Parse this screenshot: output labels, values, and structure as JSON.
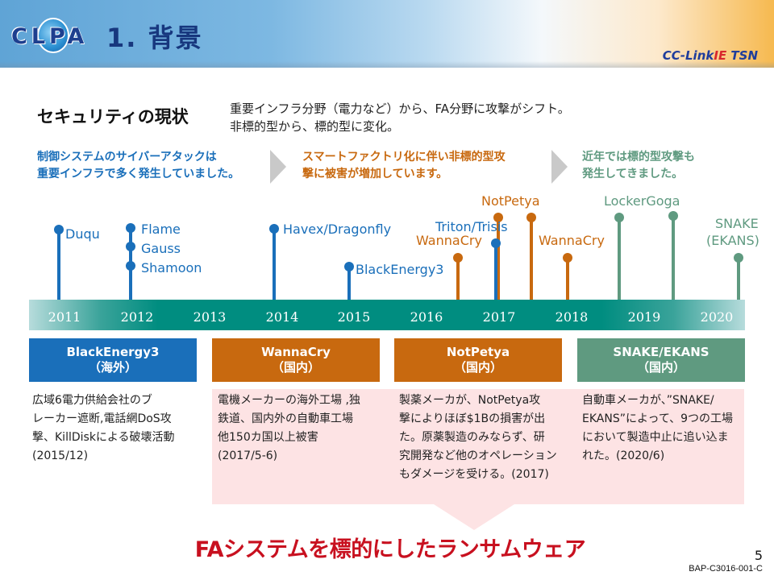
{
  "header": {
    "logo_text": "CLPA",
    "title": "1. 背景",
    "brand": {
      "prefix": "CC-Link",
      "red": "IE",
      "suffix": " TSN"
    }
  },
  "section": {
    "title": "セキュリティの現状",
    "summary": [
      "重要インフラ分野（電力など）から、FA分野に攻撃がシフト。",
      "非標的型から、標的型に変化。"
    ]
  },
  "phases": [
    {
      "lines": [
        "制御システムのサイバーアタックは",
        "重要インフラで多く発生していました。"
      ],
      "color": "#1a6fba"
    },
    {
      "lines": [
        "スマートファクトリ化に伴い非標的型攻",
        "撃に被害が増加しています。"
      ],
      "color": "#c8690f"
    },
    {
      "lines": [
        "近年では標的型攻撃も",
        "発生してきました。"
      ],
      "color": "#5f9a80"
    }
  ],
  "timeline": {
    "years": [
      "2011",
      "2012",
      "2013",
      "2014",
      "2015",
      "2016",
      "2017",
      "2018",
      "2019",
      "2020"
    ]
  },
  "events": [
    {
      "label": "Duqu",
      "color": "blue"
    },
    {
      "label": "Flame",
      "color": "blue"
    },
    {
      "label": "Gauss",
      "color": "blue"
    },
    {
      "label": "Shamoon",
      "color": "blue"
    },
    {
      "label": "Havex/Dragonfly",
      "color": "blue"
    },
    {
      "label": "BlackEnergy3",
      "color": "blue"
    },
    {
      "label": "WannaCry",
      "color": "orange"
    },
    {
      "label": "Triton/Trisis",
      "color": "blue"
    },
    {
      "label": "NotPetya",
      "color": "orange"
    },
    {
      "label": "WannaCry",
      "color": "orange"
    },
    {
      "label": "LockerGoga",
      "color": "green"
    },
    {
      "label": "SNAKE",
      "color": "green"
    },
    {
      "label": "(EKANS)",
      "color": "green"
    }
  ],
  "cards": [
    {
      "title": "BlackEnergy3",
      "subtitle": "（海外）",
      "color": "#1a6fba",
      "lines": [
        "広域6電力供給会社のブ",
        "レーカー遮断,電話網DoS攻",
        "撃、KillDiskによる破壊活動",
        "(2015/12)"
      ]
    },
    {
      "title": "WannaCry",
      "subtitle": "（国内）",
      "color": "#c8690f",
      "lines": [
        "電機メーカーの海外工場 ,独",
        "鉄道、国内外の自動車工場",
        "他150カ国以上被害",
        "(2017/5-6)"
      ]
    },
    {
      "title": "NotPetya",
      "subtitle": "（国内）",
      "color": "#c8690f",
      "lines": [
        "製薬メーカが、NotPetya攻",
        "撃によりほぼ$1Bの損害が出",
        "た。原薬製造のみならず、研",
        "究開発など他のオペレーション",
        "もダメージを受ける。(2017)"
      ]
    },
    {
      "title": "SNAKE/EKANS",
      "subtitle": "（国内）",
      "color": "#5f9a80",
      "lines": [
        "自動車メーカが、”SNAKE/",
        "EKANS”によって、9つの工場",
        "において製造中止に追い込ま",
        "れた。(2020/6)"
      ]
    }
  ],
  "conclusion": "FAシステムを標的にしたランサムウェア",
  "footer": {
    "page_number": "5",
    "doc_code": "BAP-C3016-001-C"
  }
}
